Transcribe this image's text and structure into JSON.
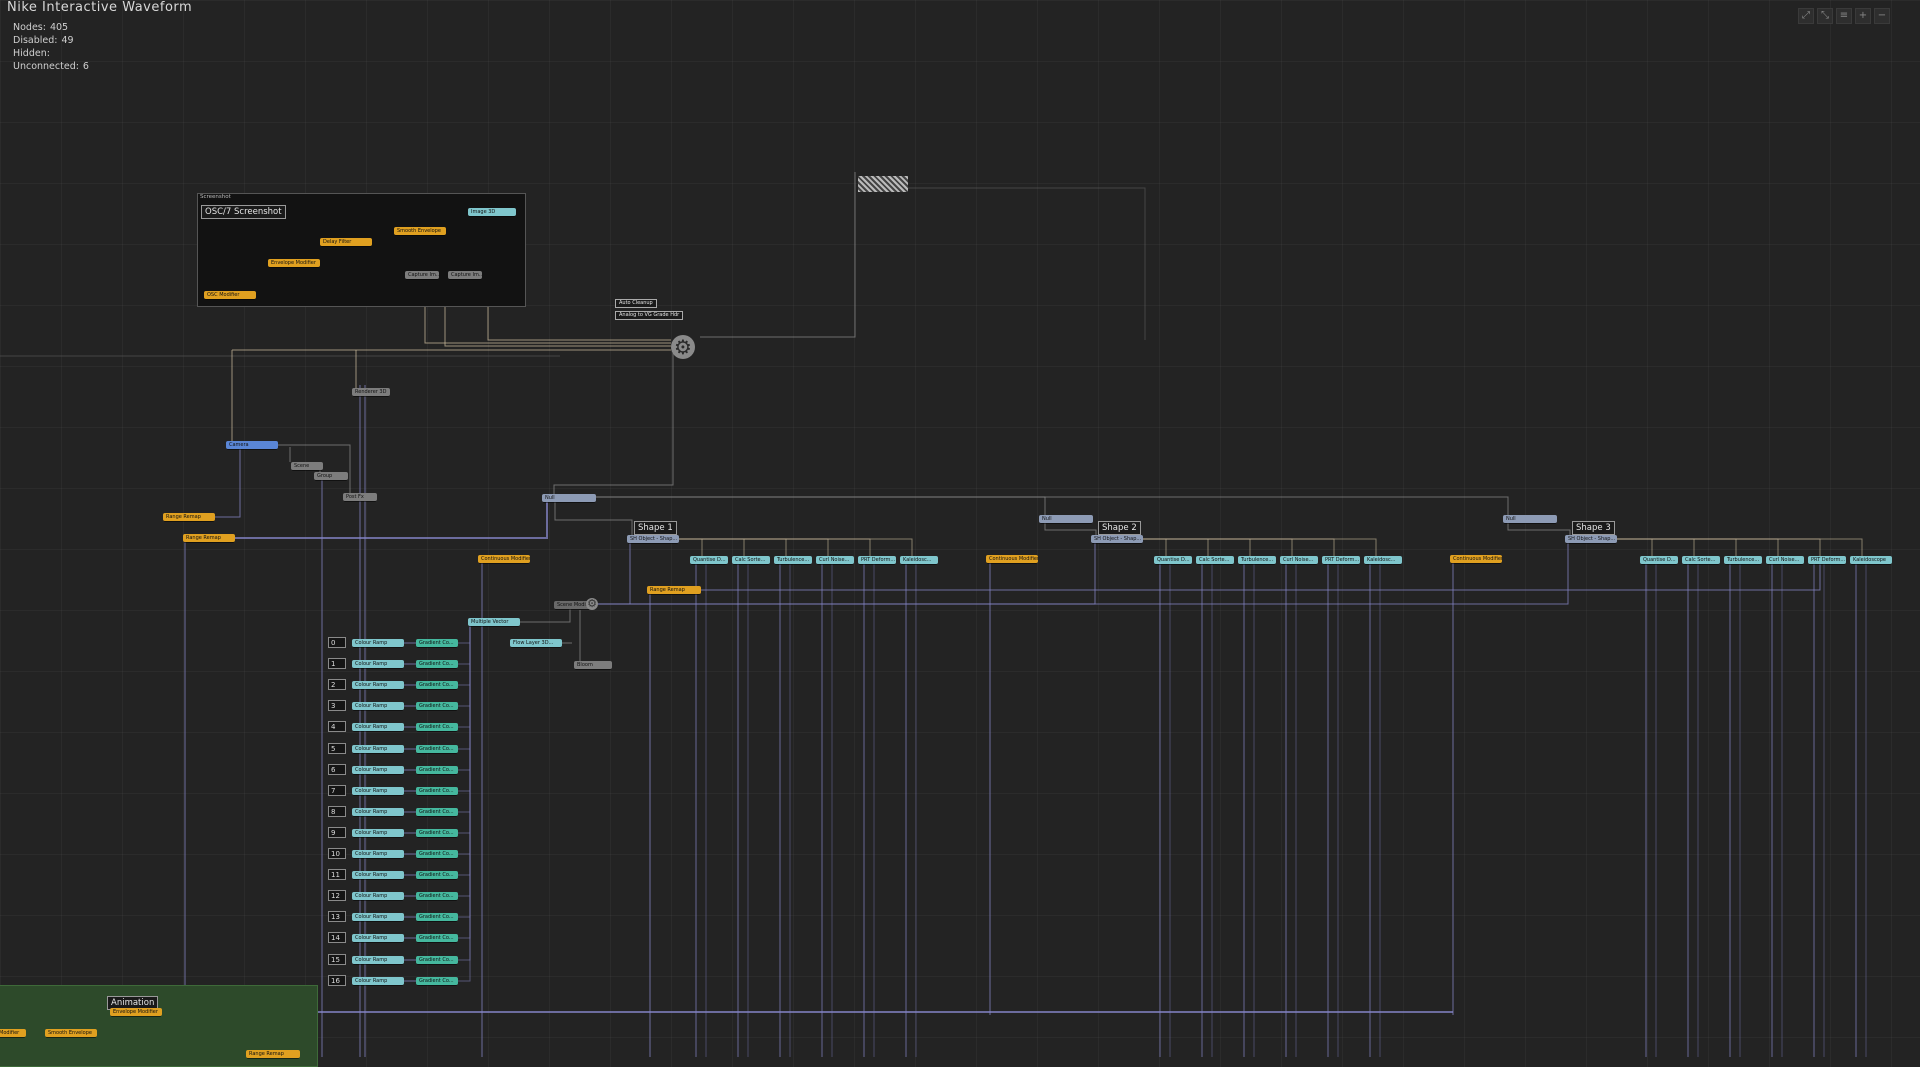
{
  "header": {
    "title": "Nike Interactive Waveform",
    "stats": [
      {
        "label": "Nodes:",
        "value": "405"
      },
      {
        "label": "Disabled:",
        "value": "49"
      },
      {
        "label": "Hidden:",
        "value": ""
      },
      {
        "label": "Unconnected:",
        "value": "6"
      }
    ]
  },
  "toolbar": {
    "icons": [
      "fit-view-icon",
      "expand-icon",
      "list-icon",
      "zoom-in-icon",
      "zoom-out-icon"
    ],
    "glyphs": [
      "⤢",
      "⤡",
      "≡",
      "+",
      "−"
    ]
  },
  "groups": {
    "screenshot_group": {
      "title": "Screenshot",
      "comment": "OSC/7 Screenshot"
    },
    "animation_group": {
      "comment": "Animation"
    }
  },
  "comments": {
    "shape1": "Shape 1",
    "shape2": "Shape 2",
    "shape3": "Shape 3",
    "note1": "Auto Cleanup",
    "note2": "Analog to VG Grade Hdr"
  },
  "index_labels": [
    "0",
    "1",
    "2",
    "3",
    "4",
    "5",
    "6",
    "7",
    "8",
    "9",
    "10",
    "11",
    "12",
    "13",
    "14",
    "15",
    "16"
  ],
  "nodes": {
    "osc_modifier": "OSC Modifier",
    "envelope_modifier": "Envelope Modifier",
    "delay_filter": "Delay Filter",
    "smooth_envelope": "Smooth Envelope",
    "image_3d": "Image 3D",
    "capture_1": "Capture Im...",
    "capture_2": "Capture Im...",
    "camera": "Camera",
    "renderer": "Renderer 3D",
    "node_a": "Scene",
    "node_b": "Group",
    "node_c": "Post Fx",
    "range_remap_1": "Range Remap",
    "range_remap_2": "Range Remap",
    "range_remap_3": "Range Remap",
    "range_remap_4": "Range Remap",
    "nul_1": "Null",
    "nul_2": "Null",
    "nul_3": "Null",
    "sh_object_1": "SH Object - Shap...",
    "sh_object_2": "SH Object - Shap...",
    "sh_object_3": "SH Object - Shap...",
    "continuous_1": "Continuous Modifier",
    "continuous_2": "Continuous Modifier",
    "continuous_3": "Continuous Modifier",
    "multiple_vector": "Multiple Vector",
    "flow_layer": "Flow Layer 3D...",
    "bloom": "Bloom",
    "scene_gear": "Scene Modifier",
    "envelope_anim": "Envelope Modifier",
    "smooth_anim": "Smooth Envelope",
    "modifier_anim": "Modifier",
    "shape1_children": [
      "Quantise D...",
      "Calc Sorte...",
      "Turbulence...",
      "Curl Noise...",
      "PRT Deform...",
      "Kaleidosc..."
    ],
    "shape2_children": [
      "Quantise D...",
      "Calc Sorte...",
      "Turbulence...",
      "Curl Noise...",
      "PRT Deform...",
      "Kaleidosc..."
    ],
    "shape3_children": [
      "Quantise D...",
      "Calc Sorte...",
      "Turbulence...",
      "Curl Noise...",
      "PRT Deform...",
      "Kaleidoscope"
    ],
    "colour_ramp_label": "Colour Ramp",
    "gradient_labels": [
      "Gradient Co...",
      "Gradient Co...",
      "Gradient Co...",
      "Gradient Co...",
      "Gradient Co...",
      "Gradient Co...",
      "Gradient Co...",
      "Gradient Co...",
      "Gradient Co...",
      "Gradient Co...",
      "Gradient Co...",
      "Gradient Co...",
      "Gradient Co...",
      "Gradient Co...",
      "Gradient Co...",
      "Gradient Co...",
      "Gradient Co..."
    ]
  },
  "colors": {
    "background": "#232323",
    "wire": "#8585c8",
    "wire_tan": "#c8b89a",
    "node_yellow": "#e0a020",
    "node_cyan": "#7fc6cc",
    "node_teal": "#45b89e",
    "node_gray": "#7d7d7d",
    "node_blue": "#5a86d6",
    "group_green": "#2d4a2a"
  }
}
